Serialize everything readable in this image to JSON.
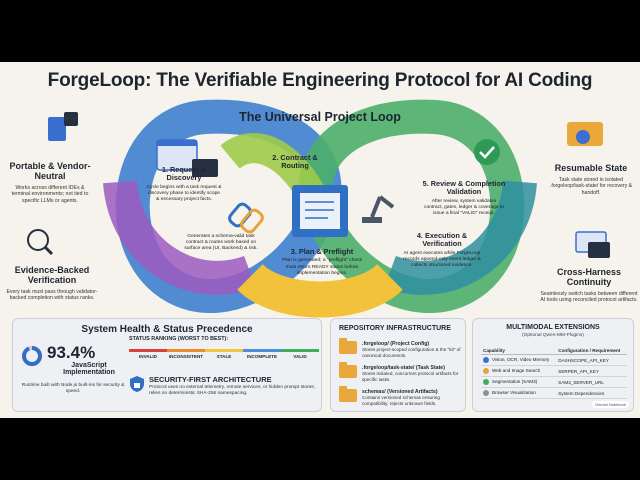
{
  "title": "ForgeLoop: The Verifiable Engineering Protocol for AI Coding",
  "subtitle": "The Universal Project Loop",
  "left_features": [
    {
      "title": "Portable & Vendor-Neutral",
      "text": "Works across different IDEs & terminal environments; not tied to specific LLMs or agents."
    },
    {
      "title": "Evidence-Backed Verification",
      "text": "Every task must pass through validator-backed completion with status ranks."
    }
  ],
  "right_features": [
    {
      "title": "Resumable State",
      "text": "Task state stored in isolated .forgeloop/task-state/ for recovery & handoff."
    },
    {
      "title": "Cross-Harness Continuity",
      "text": "Seamlessly switch tasks between different AI tools using reconciled protocol artifacts."
    }
  ],
  "steps": [
    {
      "title": "1. Request & Discovery",
      "text": "Cycle begins with a task request & discovery phase to identify scope & necessary project facts."
    },
    {
      "title": "2. Contract & Routing",
      "text": "Generates a schema-valid task contract & routes work based on surface area (UI, Backend) & risk."
    },
    {
      "title": "3. Plan & Preflight",
      "text": "Plan is generated; a \"preflight\" check must return READY status before implementation begins."
    },
    {
      "title": "4. Execution & Verification",
      "text": "AI agent executes while ForgeLoop records append-only event ledger & collects structured evidence."
    },
    {
      "title": "5. Review & Completion Validation",
      "text": "After review, system validates contract, gates, ledger & coverage to issue a final \"VALID\" receipt."
    }
  ],
  "health": {
    "title": "System Health & Status Precedence",
    "percent": "93.4%",
    "percent_label": "JavaScript Implementation",
    "percent_note": "Runtime built with Node.js built-ins for security & speed.",
    "ranking_title": "STATUS RANKING (WORST TO BEST):",
    "ranks": [
      {
        "label": "INVALID",
        "color": "#d9423a"
      },
      {
        "label": "INCONSISTENT",
        "color": "#e98b2f"
      },
      {
        "label": "STALE",
        "color": "#f0c63a"
      },
      {
        "label": "INCOMPLETE",
        "color": "#4a8fd9"
      },
      {
        "label": "VALID",
        "color": "#3fae5a"
      }
    ],
    "security_title": "SECURITY-FIRST ARCHITECTURE",
    "security_text": "Protocol uses no external telemetry, remote services, or hidden prompt stores; relies on deterministic SHA-256 namespacing."
  },
  "repo": {
    "title": "REPOSITORY INFRASTRUCTURE",
    "items": [
      {
        "name": ".forgeloop/ (Project Config)",
        "text": "Stores project-scoped configuration & the \"kit\" of canonical documents."
      },
      {
        "name": ".forgeloop/task-state/ (Task State)",
        "text": "Stores isolated, concurrent protocol artifacts for specific tasks."
      },
      {
        "name": "schemas/ (Versioned Artifacts)",
        "text": "Contains versioned schemas ensuring compatibility; rejects unknown fields."
      }
    ]
  },
  "multimodal": {
    "title": "MULTIMODAL EXTENSIONS",
    "subtitle": "(Optional Qwen-MM-Plugins)",
    "headers": [
      "Capability",
      "Configuration / Requirement"
    ],
    "rows": [
      {
        "cap": "Vision, OCR, Video Memory",
        "req": "DASHSCOPE_API_KEY",
        "color": "#3a6fd0"
      },
      {
        "cap": "Web and Image Search",
        "req": "SERPER_API_KEY",
        "color": "#e7a23a"
      },
      {
        "cap": "Segmentation (SAM3)",
        "req": "SAM3_SERVER_URL",
        "color": "#3fae5a"
      },
      {
        "cap": "Browser Visualization",
        "req": "System Dependencies",
        "color": "#8a8f99"
      }
    ]
  },
  "watermark": "Gemini Notebook"
}
